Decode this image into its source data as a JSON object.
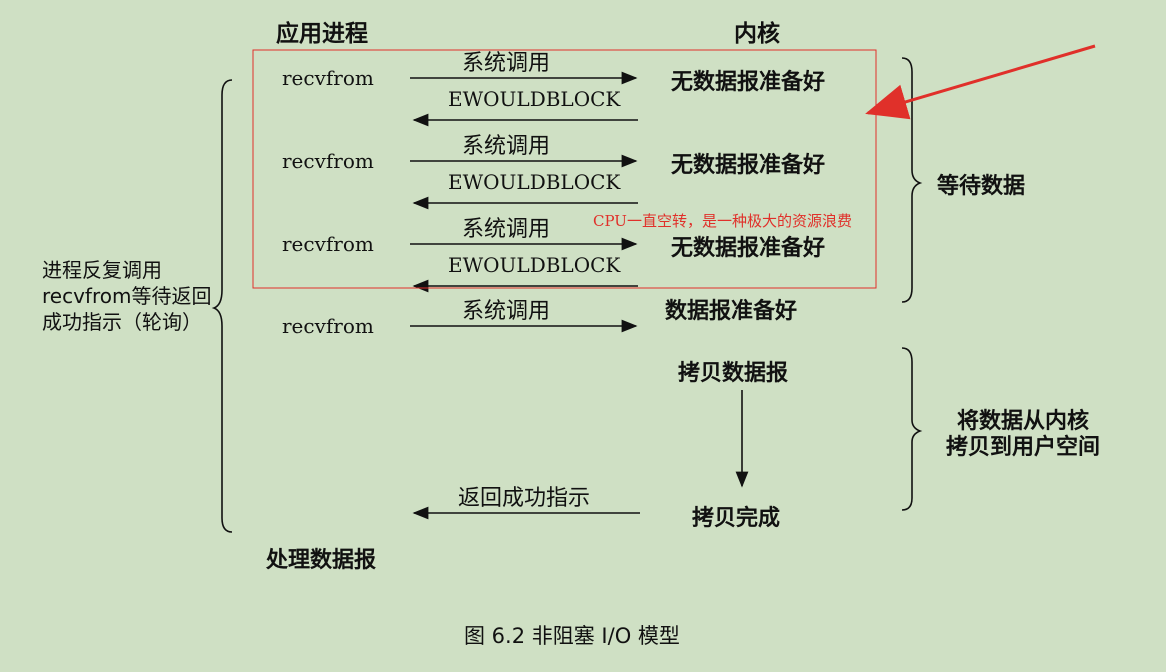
{
  "header": {
    "app_process": "应用进程",
    "kernel": "内核"
  },
  "rows": [
    {
      "call": "recvfrom",
      "syscall": "系统调用",
      "kernel_state": "无数据报准备好",
      "return": "EWOULDBLOCK"
    },
    {
      "call": "recvfrom",
      "syscall": "系统调用",
      "kernel_state": "无数据报准备好",
      "return": "EWOULDBLOCK"
    },
    {
      "call": "recvfrom",
      "syscall": "系统调用",
      "kernel_state": "无数据报准备好",
      "return": "EWOULDBLOCK"
    },
    {
      "call": "recvfrom",
      "syscall": "系统调用",
      "kernel_state": "数据报准备好"
    }
  ],
  "copy_datagram": "拷贝数据报",
  "copy_done": "拷贝完成",
  "return_success": "返回成功指示",
  "process_datagram": "处理数据报",
  "left_note": "进程反复调用recvfrom等待返回成功指示（轮询）",
  "wait_data": "等待数据",
  "copy_to_user": {
    "line1": "将数据从内核",
    "line2": "拷贝到用户空间"
  },
  "annotation": "CPU一直空转，是一种极大的资源浪费",
  "caption": "图 6.2   非阻塞 I/O 模型",
  "colors": {
    "background": "#cfe0c4",
    "annotation": "#e0302a",
    "ink": "#111111"
  }
}
